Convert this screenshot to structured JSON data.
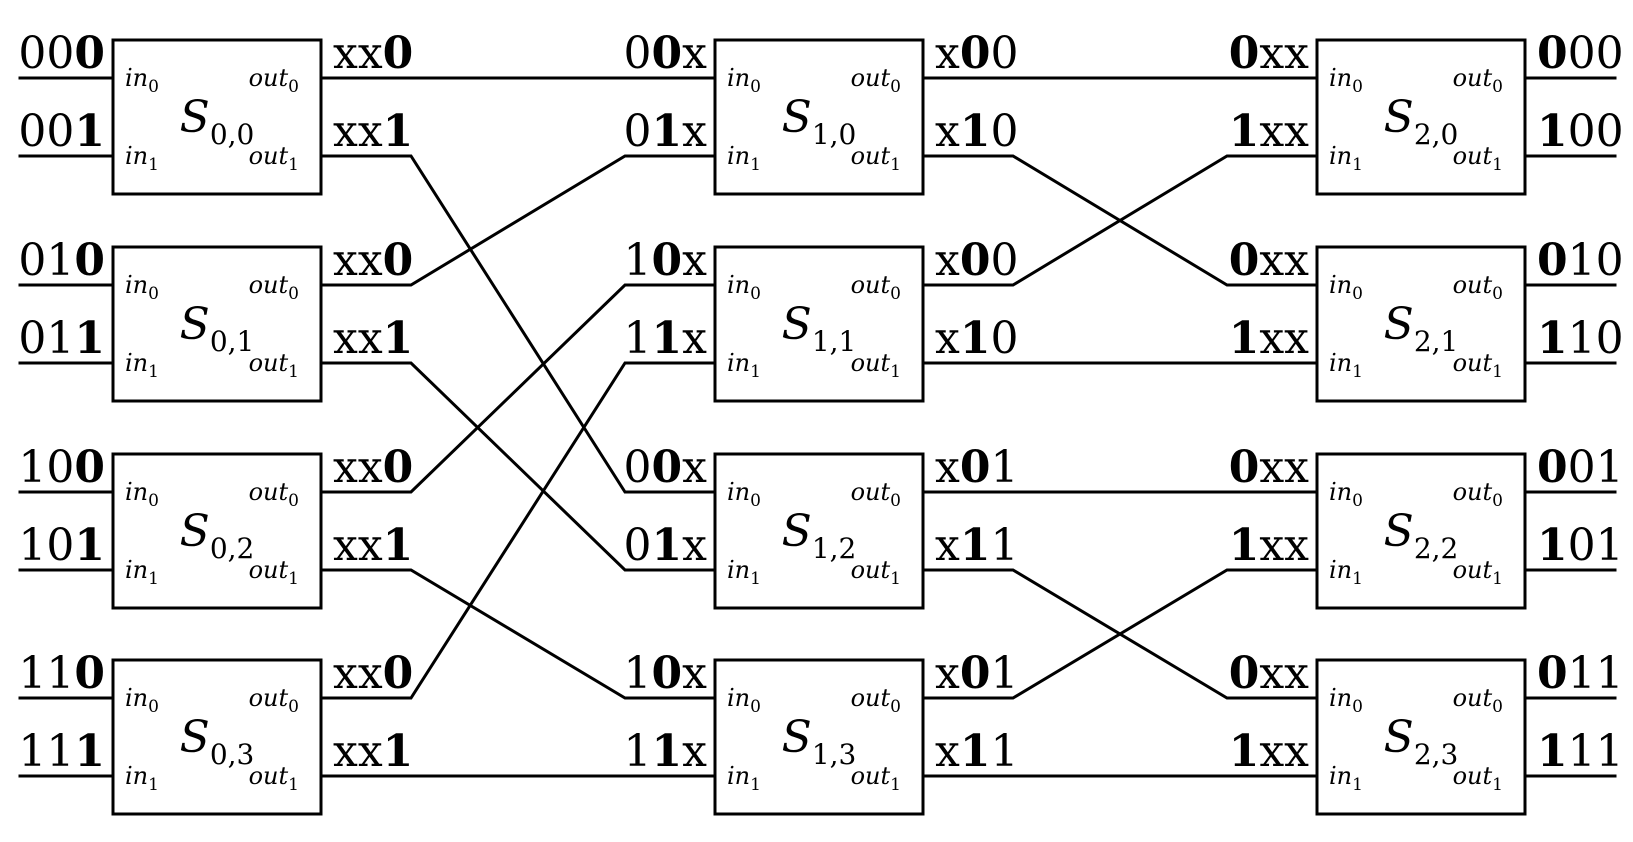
{
  "port_labels": {
    "in0": "in",
    "in0_sub": "0",
    "in1": "in",
    "in1_sub": "1",
    "out0": "out",
    "out0_sub": "0",
    "out1": "out",
    "out1_sub": "1"
  },
  "colors": {
    "stroke": "#000000",
    "background": "#ffffff"
  },
  "stages": [
    {
      "switches": [
        {
          "name": "S",
          "sub": "0,0",
          "in": [
            [
              "00",
              "0"
            ],
            [
              "00",
              "1"
            ]
          ],
          "out": [
            [
              "xx",
              "0"
            ],
            [
              "xx",
              "1"
            ]
          ]
        },
        {
          "name": "S",
          "sub": "0,1",
          "in": [
            [
              "01",
              "0"
            ],
            [
              "01",
              "1"
            ]
          ],
          "out": [
            [
              "xx",
              "0"
            ],
            [
              "xx",
              "1"
            ]
          ]
        },
        {
          "name": "S",
          "sub": "0,2",
          "in": [
            [
              "10",
              "0"
            ],
            [
              "10",
              "1"
            ]
          ],
          "out": [
            [
              "xx",
              "0"
            ],
            [
              "xx",
              "1"
            ]
          ]
        },
        {
          "name": "S",
          "sub": "0,3",
          "in": [
            [
              "11",
              "0"
            ],
            [
              "11",
              "1"
            ]
          ],
          "out": [
            [
              "xx",
              "0"
            ],
            [
              "xx",
              "1"
            ]
          ]
        }
      ]
    },
    {
      "switches": [
        {
          "name": "S",
          "sub": "1,0",
          "in": [
            [
              "0",
              "0",
              "x"
            ],
            [
              "0",
              "1",
              "x"
            ]
          ],
          "out": [
            [
              "x",
              "0",
              "0"
            ],
            [
              "x",
              "1",
              "0"
            ]
          ]
        },
        {
          "name": "S",
          "sub": "1,1",
          "in": [
            [
              "1",
              "0",
              "x"
            ],
            [
              "1",
              "1",
              "x"
            ]
          ],
          "out": [
            [
              "x",
              "0",
              "0"
            ],
            [
              "x",
              "1",
              "0"
            ]
          ]
        },
        {
          "name": "S",
          "sub": "1,2",
          "in": [
            [
              "0",
              "0",
              "x"
            ],
            [
              "0",
              "1",
              "x"
            ]
          ],
          "out": [
            [
              "x",
              "0",
              "1"
            ],
            [
              "x",
              "1",
              "1"
            ]
          ]
        },
        {
          "name": "S",
          "sub": "1,3",
          "in": [
            [
              "1",
              "0",
              "x"
            ],
            [
              "1",
              "1",
              "x"
            ]
          ],
          "out": [
            [
              "x",
              "0",
              "1"
            ],
            [
              "x",
              "1",
              "1"
            ]
          ]
        }
      ]
    },
    {
      "switches": [
        {
          "name": "S",
          "sub": "2,0",
          "in": [
            [
              "",
              "0",
              "xx"
            ],
            [
              "",
              "1",
              "xx"
            ]
          ],
          "out": [
            [
              "",
              "0",
              "00"
            ],
            [
              "",
              "1",
              "00"
            ]
          ]
        },
        {
          "name": "S",
          "sub": "2,1",
          "in": [
            [
              "",
              "0",
              "xx"
            ],
            [
              "",
              "1",
              "xx"
            ]
          ],
          "out": [
            [
              "",
              "0",
              "10"
            ],
            [
              "",
              "1",
              "10"
            ]
          ]
        },
        {
          "name": "S",
          "sub": "2,2",
          "in": [
            [
              "",
              "0",
              "xx"
            ],
            [
              "",
              "1",
              "xx"
            ]
          ],
          "out": [
            [
              "",
              "0",
              "01"
            ],
            [
              "",
              "1",
              "01"
            ]
          ]
        },
        {
          "name": "S",
          "sub": "2,3",
          "in": [
            [
              "",
              "0",
              "xx"
            ],
            [
              "",
              "1",
              "xx"
            ]
          ],
          "out": [
            [
              "",
              "0",
              "11"
            ],
            [
              "",
              "1",
              "11"
            ]
          ]
        }
      ]
    }
  ],
  "connections": [
    {
      "from": [
        0,
        0,
        0
      ],
      "to": [
        1,
        0,
        0
      ]
    },
    {
      "from": [
        0,
        0,
        1
      ],
      "to": [
        1,
        2,
        0
      ]
    },
    {
      "from": [
        0,
        1,
        0
      ],
      "to": [
        1,
        0,
        1
      ]
    },
    {
      "from": [
        0,
        1,
        1
      ],
      "to": [
        1,
        2,
        1
      ]
    },
    {
      "from": [
        0,
        2,
        0
      ],
      "to": [
        1,
        1,
        0
      ]
    },
    {
      "from": [
        0,
        2,
        1
      ],
      "to": [
        1,
        3,
        0
      ]
    },
    {
      "from": [
        0,
        3,
        0
      ],
      "to": [
        1,
        1,
        1
      ]
    },
    {
      "from": [
        0,
        3,
        1
      ],
      "to": [
        1,
        3,
        1
      ]
    },
    {
      "from": [
        1,
        0,
        0
      ],
      "to": [
        2,
        0,
        0
      ]
    },
    {
      "from": [
        1,
        0,
        1
      ],
      "to": [
        2,
        1,
        0
      ]
    },
    {
      "from": [
        1,
        1,
        0
      ],
      "to": [
        2,
        0,
        1
      ]
    },
    {
      "from": [
        1,
        1,
        1
      ],
      "to": [
        2,
        1,
        1
      ]
    },
    {
      "from": [
        1,
        2,
        0
      ],
      "to": [
        2,
        2,
        0
      ]
    },
    {
      "from": [
        1,
        2,
        1
      ],
      "to": [
        2,
        3,
        0
      ]
    },
    {
      "from": [
        1,
        3,
        0
      ],
      "to": [
        2,
        2,
        1
      ]
    },
    {
      "from": [
        1,
        3,
        1
      ],
      "to": [
        2,
        3,
        1
      ]
    }
  ]
}
